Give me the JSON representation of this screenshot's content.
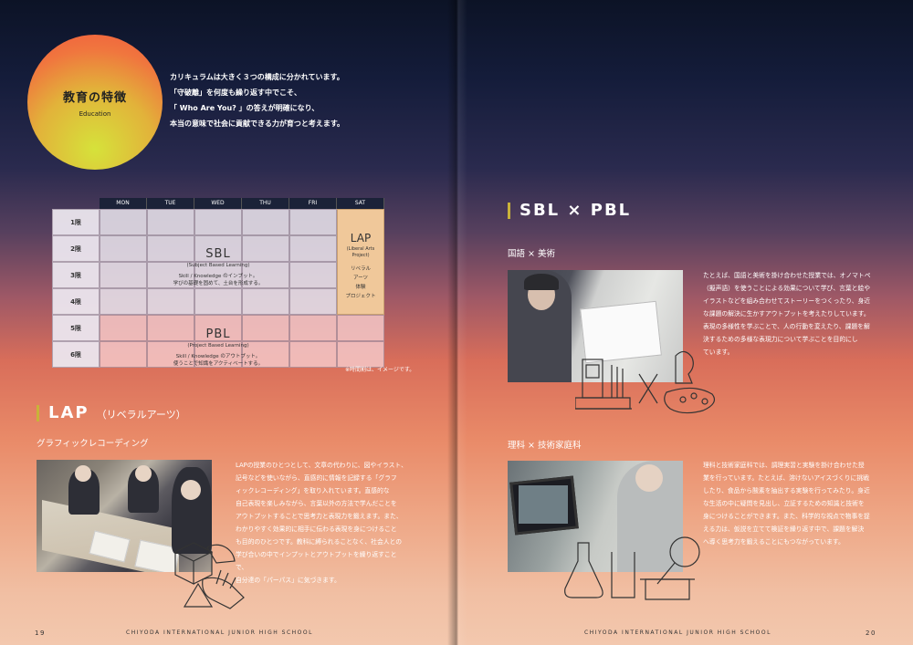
{
  "badge": {
    "title": "教育の特徴",
    "subtitle": "Education"
  },
  "intro": [
    "カリキュラムは大きく３つの構成に分かれています。",
    "「守破離」を何度も繰り返す中でこそ、",
    "「 Who Are You? 」の答えが明確になり、",
    "本当の意味で社会に貢献できる力が育つと考えます。"
  ],
  "timetable": {
    "days": [
      "MON",
      "TUE",
      "WED",
      "THU",
      "FRI",
      "SAT"
    ],
    "periods": [
      "1限",
      "2限",
      "3限",
      "4限",
      "5限",
      "6限"
    ],
    "sbl": {
      "title": "SBL",
      "subtitle": "(Subject Based Learning)",
      "desc1": "Skill / Knowledge のインプット。",
      "desc2": "学びの基礎を固めて、土台を形成する。"
    },
    "pbl": {
      "title": "PBL",
      "subtitle": "(Project Based Learning)",
      "desc1": "Skill / Knowledge のアウトプット。",
      "desc2": "使うことで知識をアクティベートする。"
    },
    "lap": {
      "title": "LAP",
      "subtitle1": "(Liberal Arts",
      "subtitle2": "Project)",
      "items": [
        "リベラル",
        "アーツ",
        "体験",
        "プロジェクト"
      ]
    },
    "note": "※時間割は、イメージです。"
  },
  "lap_section": {
    "heading": "LAP",
    "heading_sub": "（リベラルアーツ）",
    "subtitle": "グラフィックレコーディング",
    "text": [
      "LAPの授業のひとつとして、文章の代わりに、図やイラスト、",
      "記号などを使いながら、直感的に情報を記録する「グラフ",
      "ィックレコーディング」を取り入れています。直感的な",
      "自己表現を楽しみながら、言葉以外の方法で学んだことを",
      "アウトプットすることで思考力と表現力を鍛えます。また、",
      "わかりやすく効果的に相手に伝わる表現を身につけること",
      "も目的のひとつです。教科に縛られることなく、社会人との",
      "学び合いの中でインプットとアウトプットを繰り返すことで、",
      "自分達の「パーパス」に気づきます。"
    ]
  },
  "sbl_pbl": {
    "heading": "SBL × PBL",
    "item1": {
      "title": "国語 × 美術",
      "text": [
        "たとえば、国語と美術を掛け合わせた授業では、オノマトペ",
        "（擬声語）を使うことによる効果について学び、言葉と絵や",
        "イラストなどを組み合わせてストーリーをつくったり、身近",
        "な課題の解決に生かすアウトプットを考えたりしています。",
        "表現の多様性を学ぶことで、人の行動を変えたり、課題を解",
        "決するための多様な表現力について学ぶことを目的にし",
        "ています。"
      ]
    },
    "item2": {
      "title": "理科 × 技術家庭科",
      "text": [
        "理科と技術家庭科では、調理実習と実験を掛け合わせた授",
        "業を行っています。たとえば、溶けないアイスづくりに挑戦",
        "したり、食品から酸素を抽出する実験を行ってみたり。身近",
        "な生活の中に疑問を見出し、立証するための知識と技術を",
        "身につけることができます。また、科学的な視点で物事を捉",
        "える力は、仮説を立てて検証を繰り返す中で、課題を解決",
        "へ導く思考力を鍛えることにもつながっています。"
      ]
    }
  },
  "footer": {
    "left_page": "19",
    "right_page": "20",
    "school": "CHIYODA INTERNATIONAL JUNIOR HIGH SCHOOL"
  },
  "colors": {
    "accent_bar": "#c9b23a",
    "lap_box": "#f0c89a",
    "pbl_rows": "#f5c8c8"
  }
}
